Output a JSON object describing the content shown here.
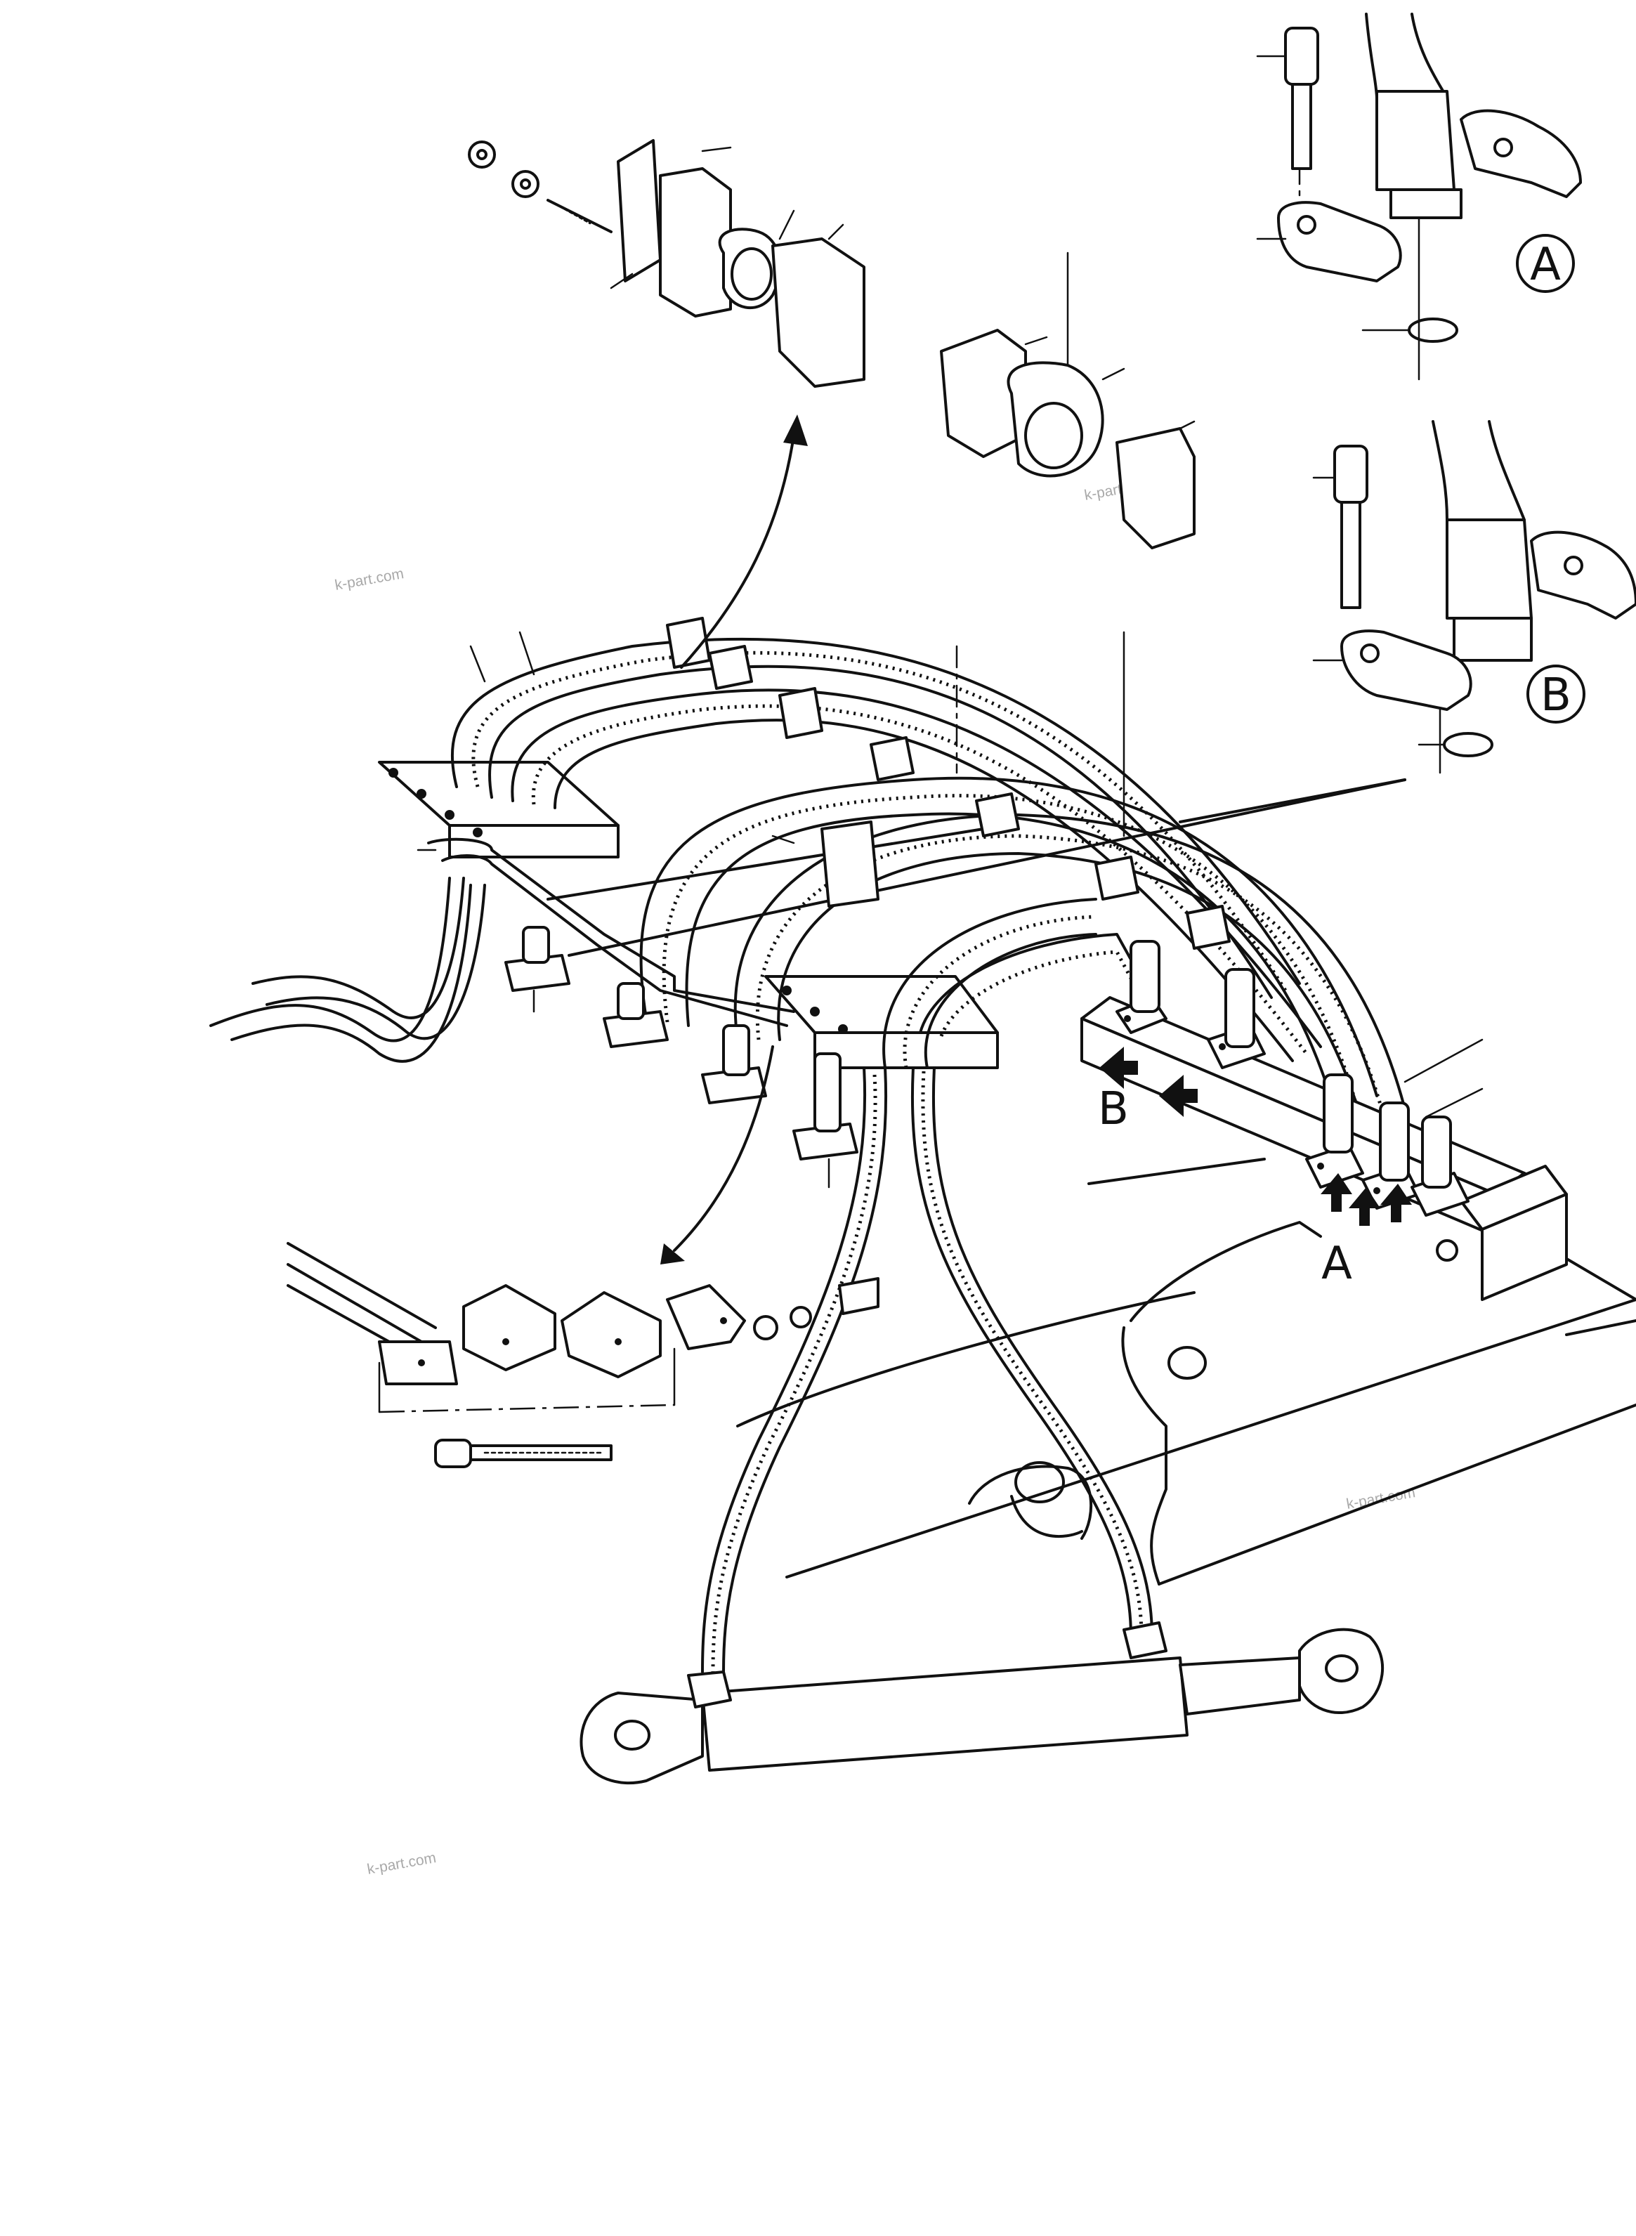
{
  "diagram": {
    "callouts": {
      "detail_a": "A",
      "detail_b": "B",
      "arrow_a": "A",
      "arrow_b": "B"
    },
    "watermarks": [
      "k-part.com",
      "k-part.com",
      "k-part.com",
      "k-part.com"
    ]
  }
}
